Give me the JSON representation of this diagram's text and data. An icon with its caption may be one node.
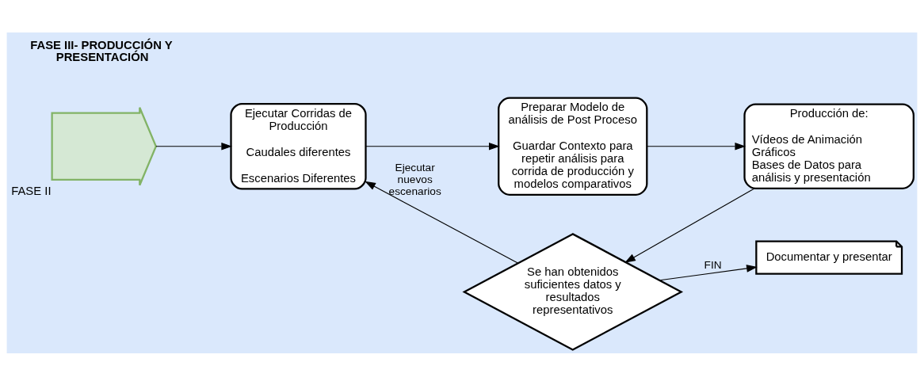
{
  "diagram": {
    "nodes": [
      {
        "text": [
          "FASE II"
        ]
      },
      {
        "text": [
          "Ejecutar Corridas de Producción",
          "Caudales diferentes",
          "Escenarios Diferentes"
        ]
      },
      {
        "text": [
          "Preparar Modelo de análisis de Post Proceso",
          "Guardar Contexto para repetir análisis para corrida de producción y modelos comparativos"
        ]
      },
      {
        "text": [
          "Producción de:",
          "Vídeos de Animación",
          "Gráficos",
          "Bases de Datos para análisis y presentación"
        ]
      },
      {
        "text": [
          "Se han obtenidos suficientes datos y resultados representativos"
        ]
      },
      {
        "text": [
          "Documentar y presentar"
        ]
      }
    ],
    "edges": [
      {
        "from": 0,
        "to": 1,
        "arrow": "to"
      },
      {
        "from": 1,
        "to": 2,
        "arrow": "to"
      },
      {
        "from": 2,
        "to": 3,
        "arrow": "to"
      },
      {
        "from": 3,
        "to": 4,
        "arrow": "to"
      },
      {
        "from": 4,
        "to": 1,
        "arrow": "to",
        "label": "Ejecutar nuevos escenarios"
      },
      {
        "from": 4,
        "to": 5,
        "arrow": "to",
        "label": "FIN"
      }
    ],
    "labels": [
      "FASE III- PRODUCCIÓN Y PRESENTACIÓN"
    ]
  }
}
